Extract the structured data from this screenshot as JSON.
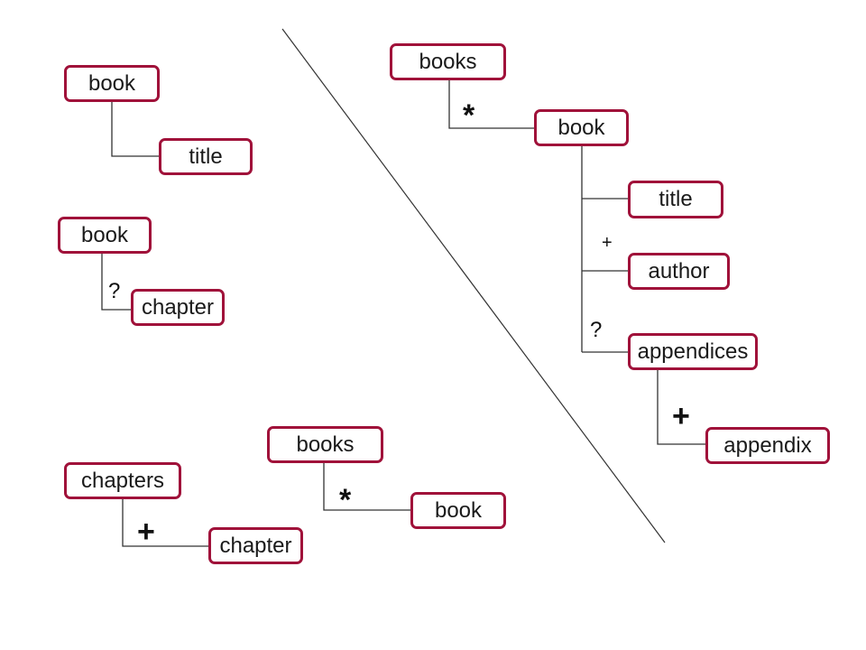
{
  "colors": {
    "node_border": "#a0123a",
    "connector": "#333333",
    "text": "#1a1a1a"
  },
  "panels": {
    "book_title": {
      "parent": "book",
      "child": "title"
    },
    "book_chapter": {
      "parent": "book",
      "child": "chapter",
      "cardinality": "?"
    },
    "books_book": {
      "parent": "books",
      "child": "book",
      "cardinality": "*"
    },
    "chapters_chapter": {
      "parent": "chapters",
      "child": "chapter",
      "cardinality": "+"
    },
    "full_tree": {
      "root": "books",
      "root_cardinality": "*",
      "book": "book",
      "title": "title",
      "author": "author",
      "author_cardinality": "+",
      "appendices": "appendices",
      "appendices_cardinality": "?",
      "appendix": "appendix",
      "appendix_cardinality": "+"
    }
  }
}
